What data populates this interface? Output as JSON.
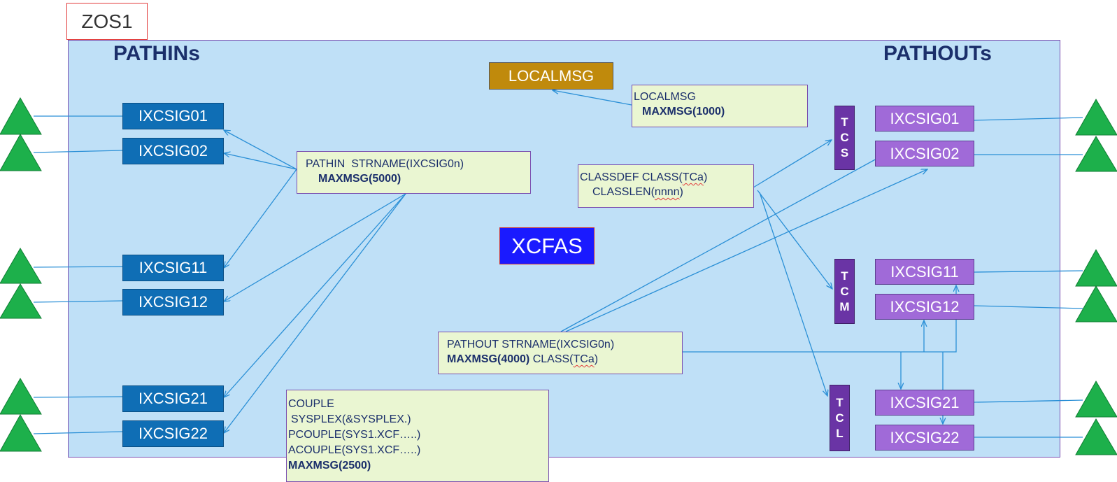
{
  "system": {
    "name": "ZOS1"
  },
  "headers": {
    "pathins": "PATHINs",
    "pathouts": "PATHOUTs"
  },
  "pathins": [
    "IXCSIG01",
    "IXCSIG02",
    "IXCSIG11",
    "IXCSIG12",
    "IXCSIG21",
    "IXCSIG22"
  ],
  "pathouts": [
    "IXCSIG01",
    "IXCSIG02",
    "IXCSIG11",
    "IXCSIG12",
    "IXCSIG21",
    "IXCSIG22"
  ],
  "classes": [
    {
      "letters": [
        "T",
        "C",
        "S"
      ]
    },
    {
      "letters": [
        "T",
        "C",
        "M"
      ]
    },
    {
      "letters": [
        "T",
        "C",
        "L"
      ]
    }
  ],
  "localmsg": {
    "label": "LOCALMSG",
    "note_line1": "LOCALMSG",
    "note_line2": "MAXMSG(1000)"
  },
  "pathin_note": {
    "line1": "PATHIN  STRNAME(IXCSIG0n)",
    "line2": "MAXMSG(5000)"
  },
  "classdef_note": {
    "part1": "CLASSDEF CLASS(",
    "tca": "TCa",
    "part1_end": ")",
    "part2": "CLASSLEN(",
    "nnnn": "nnnn",
    "part2_end": ")"
  },
  "xcfas": {
    "label": "XCFAS"
  },
  "pathout_note": {
    "line1": "PATHOUT STRNAME(IXCSIG0n)",
    "line2_bold": "MAXMSG(4000)",
    "line2_rest": " CLASS(",
    "tca": "TCa",
    "line2_end": ")"
  },
  "couple_note": {
    "lines": [
      "COUPLE",
      "SYSPLEX(&SYSPLEX.)",
      "PCOUPLE(SYS1.XCF…..)",
      "ACOUPLE(SYS1.XCF…..)"
    ],
    "maxmsg": "MAXMSG(2500)"
  },
  "colors": {
    "background": "#bfe0f7",
    "pathin_box": "#0f6eb5",
    "pathout_box": "#a06ad8",
    "class_box": "#6a34a5",
    "triangle": "#1db04b",
    "localmsg": "#c08a0c",
    "xcfas": "#1a1aff",
    "line": "#2a8fd6"
  }
}
